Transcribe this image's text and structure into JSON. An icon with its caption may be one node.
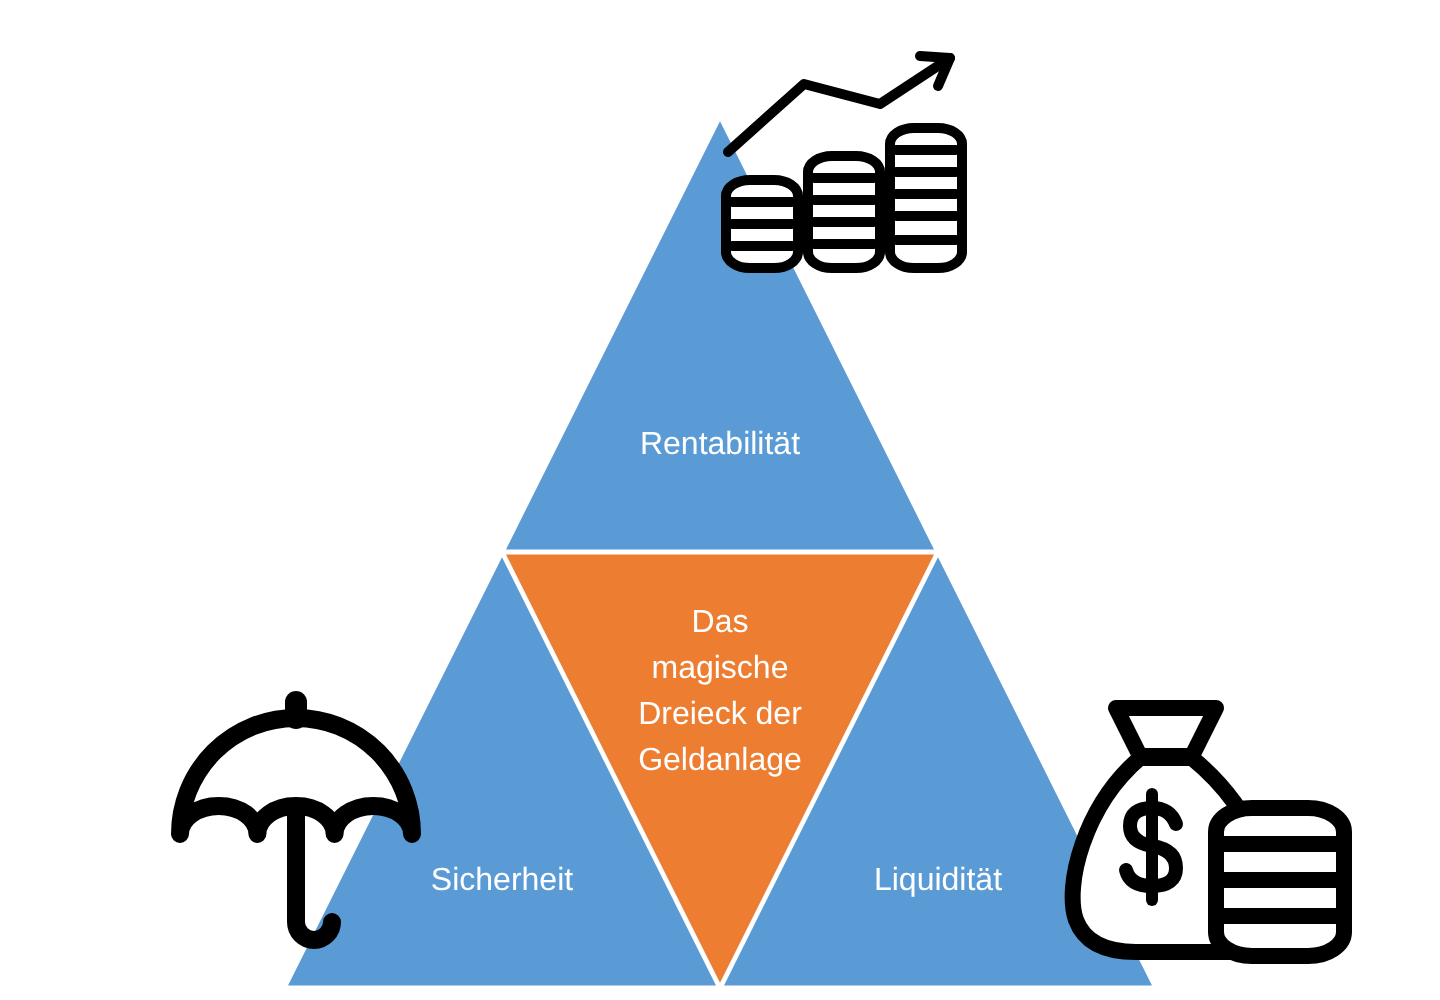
{
  "diagram": {
    "nodes": [
      {
        "text": [
          "Rentabilität"
        ]
      },
      {
        "text": [
          "Das magische Dreieck der Geldanlage"
        ]
      },
      {
        "text": [
          "Sicherheit"
        ]
      },
      {
        "text": [
          "Liquidität"
        ]
      }
    ]
  }
}
